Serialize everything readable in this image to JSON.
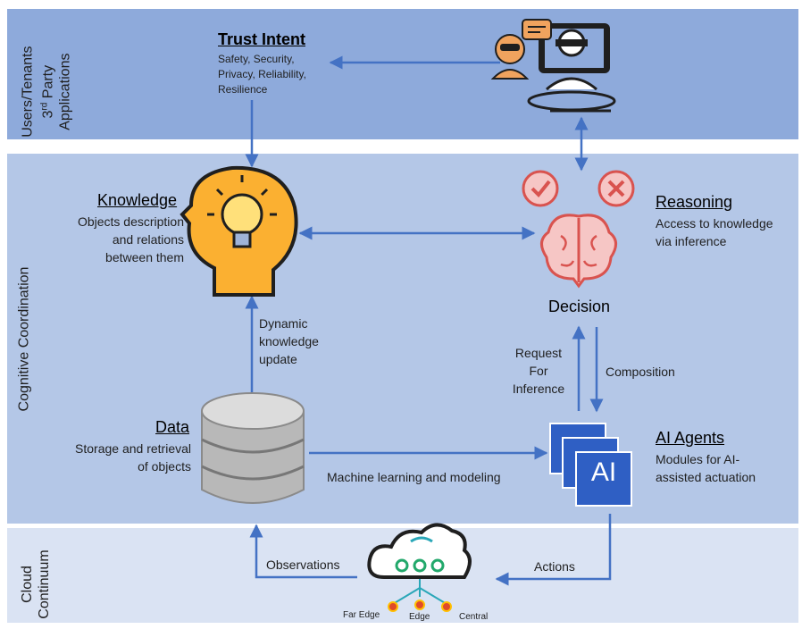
{
  "bands": {
    "top": {
      "label_line1": "Users/Tenants",
      "label_line2": "3rd Party",
      "label_line3": "Applications"
    },
    "middle": {
      "label": "Cognitive Coordination"
    },
    "bottom": {
      "label_line1": "Cloud",
      "label_line2": "Continuum"
    }
  },
  "trust_intent": {
    "title": "Trust Intent",
    "line1": "Safety, Security,",
    "line2": "Privacy, Reliability,",
    "line3": "Resilience"
  },
  "knowledge": {
    "title": "Knowledge",
    "line1": "Objects description",
    "line2": "and relations",
    "line3": "between them"
  },
  "reasoning": {
    "title": "Reasoning",
    "line1": "Access to knowledge",
    "line2": "via inference"
  },
  "decision": {
    "label": "Decision"
  },
  "dynamic_update": {
    "line1": "Dynamic",
    "line2": "knowledge",
    "line3": "update"
  },
  "request_inference": {
    "line1": "Request",
    "line2": "For",
    "line3": "Inference"
  },
  "composition": {
    "label": "Composition"
  },
  "data": {
    "title": "Data",
    "line1": "Storage and retrieval",
    "line2": "of objects"
  },
  "ai_agents": {
    "title": "AI Agents",
    "line1": "Modules for AI-",
    "line2": "assisted actuation",
    "tile_text": "AI"
  },
  "ml_modeling": {
    "label": "Machine learning and modeling"
  },
  "observations": {
    "label": "Observations"
  },
  "actions": {
    "label": "Actions"
  },
  "cloud_nodes": {
    "far_edge": "Far Edge",
    "edge": "Edge",
    "central": "Central"
  },
  "colors": {
    "arrow": "#4472c4",
    "band_top": "#8eaadb",
    "band_mid": "#b4c7e7",
    "band_bot": "#dae3f3",
    "ai_tile": "#2f5fc4",
    "brain_red": "#d9534f"
  }
}
